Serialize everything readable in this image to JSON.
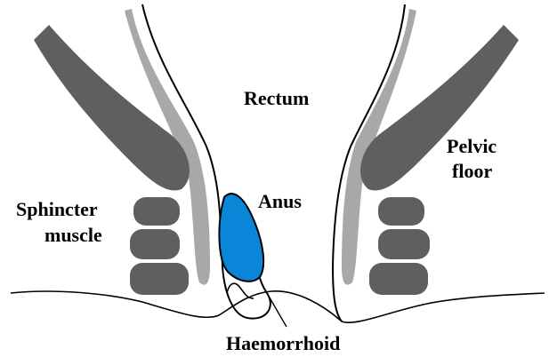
{
  "labels": {
    "rectum": "Rectum",
    "pelvic_floor_line1": "Pelvic",
    "pelvic_floor_line2": "floor",
    "sphincter_line1": "Sphincter",
    "sphincter_line2": "muscle",
    "anus": "Anus",
    "haemorrhoid": "Haemorrhoid"
  },
  "colors": {
    "muscle": "#5f5f5f",
    "wall": "#a8a8a8",
    "haemorrhoid": "#0a86d8",
    "outline": "#000000",
    "background": "#ffffff"
  }
}
